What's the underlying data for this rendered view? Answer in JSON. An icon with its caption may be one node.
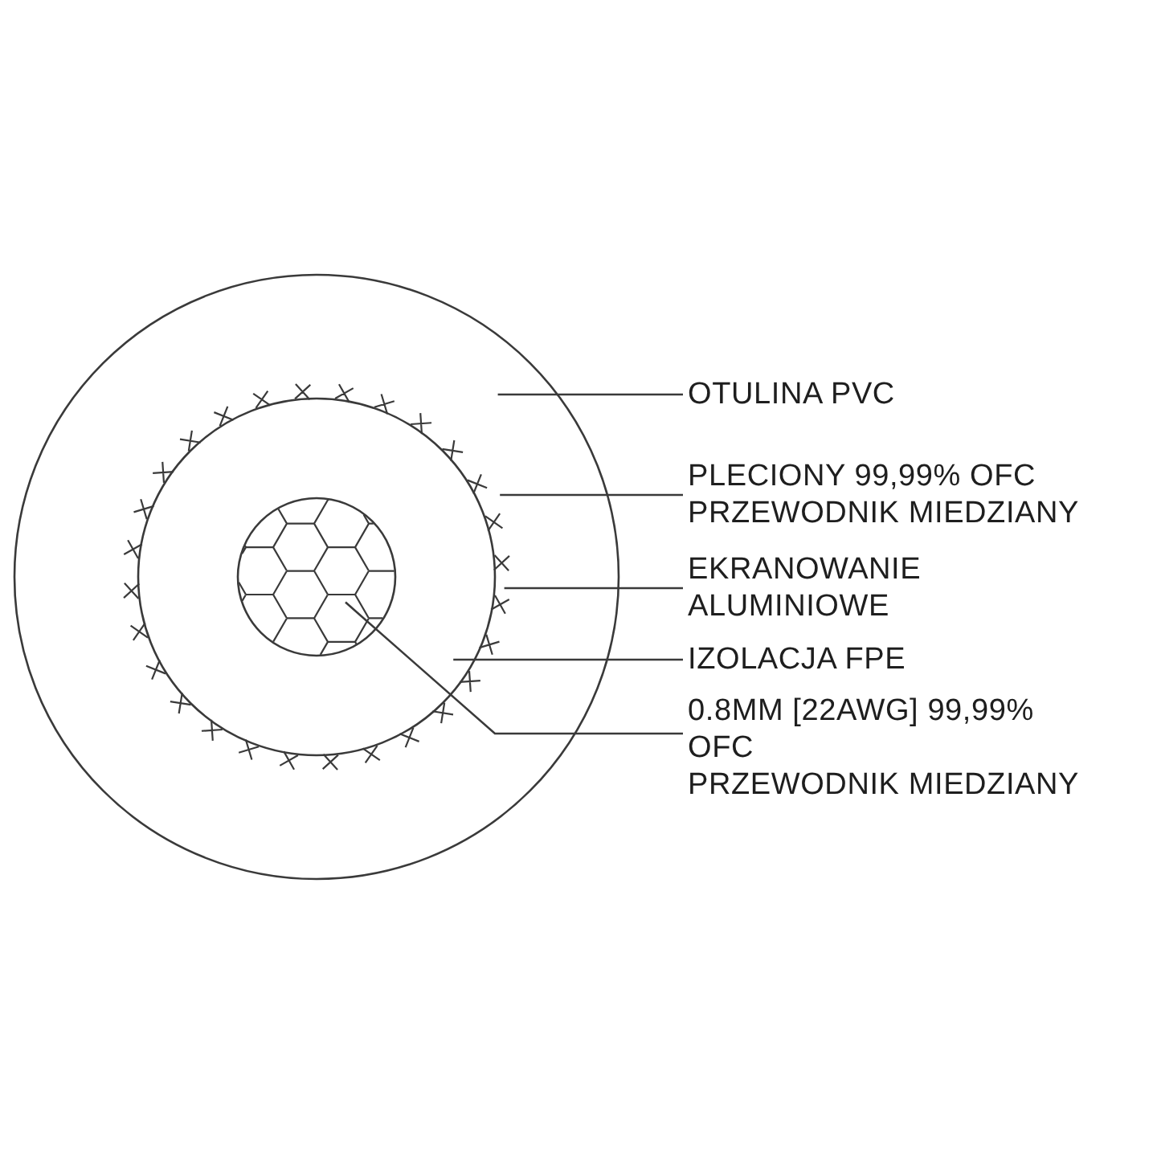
{
  "diagram": {
    "nodes": [
      {
        "text": [],
        "shape": "circle"
      },
      {
        "text": [],
        "shape": "circle",
        "in": 0
      },
      {
        "text": [],
        "shape": "circle",
        "in": 1
      },
      {
        "text": [],
        "shape": "circle",
        "in": 2
      },
      {
        "text": [
          "OTULINA PVC"
        ]
      },
      {
        "text": [
          "PLECIONY 99,99% OFC PRZEWODNIK MIEDZIANY"
        ]
      },
      {
        "text": [
          "EKRANOWANIE ALUMINIOWE"
        ]
      },
      {
        "text": [
          "IZOLACJA FPE"
        ]
      },
      {
        "text": [
          "0.8MM [22AWG] 99,99% OFC PRZEWODNIK MIEDZIANY"
        ]
      }
    ],
    "edges": [
      {
        "from": 4,
        "to": 0,
        "arrow": "none"
      },
      {
        "from": 5,
        "to": 1,
        "arrow": "none"
      },
      {
        "from": 6,
        "to": 1,
        "arrow": "none"
      },
      {
        "from": 7,
        "to": 2,
        "arrow": "none"
      },
      {
        "from": 8,
        "to": 3,
        "arrow": "none"
      }
    ]
  }
}
